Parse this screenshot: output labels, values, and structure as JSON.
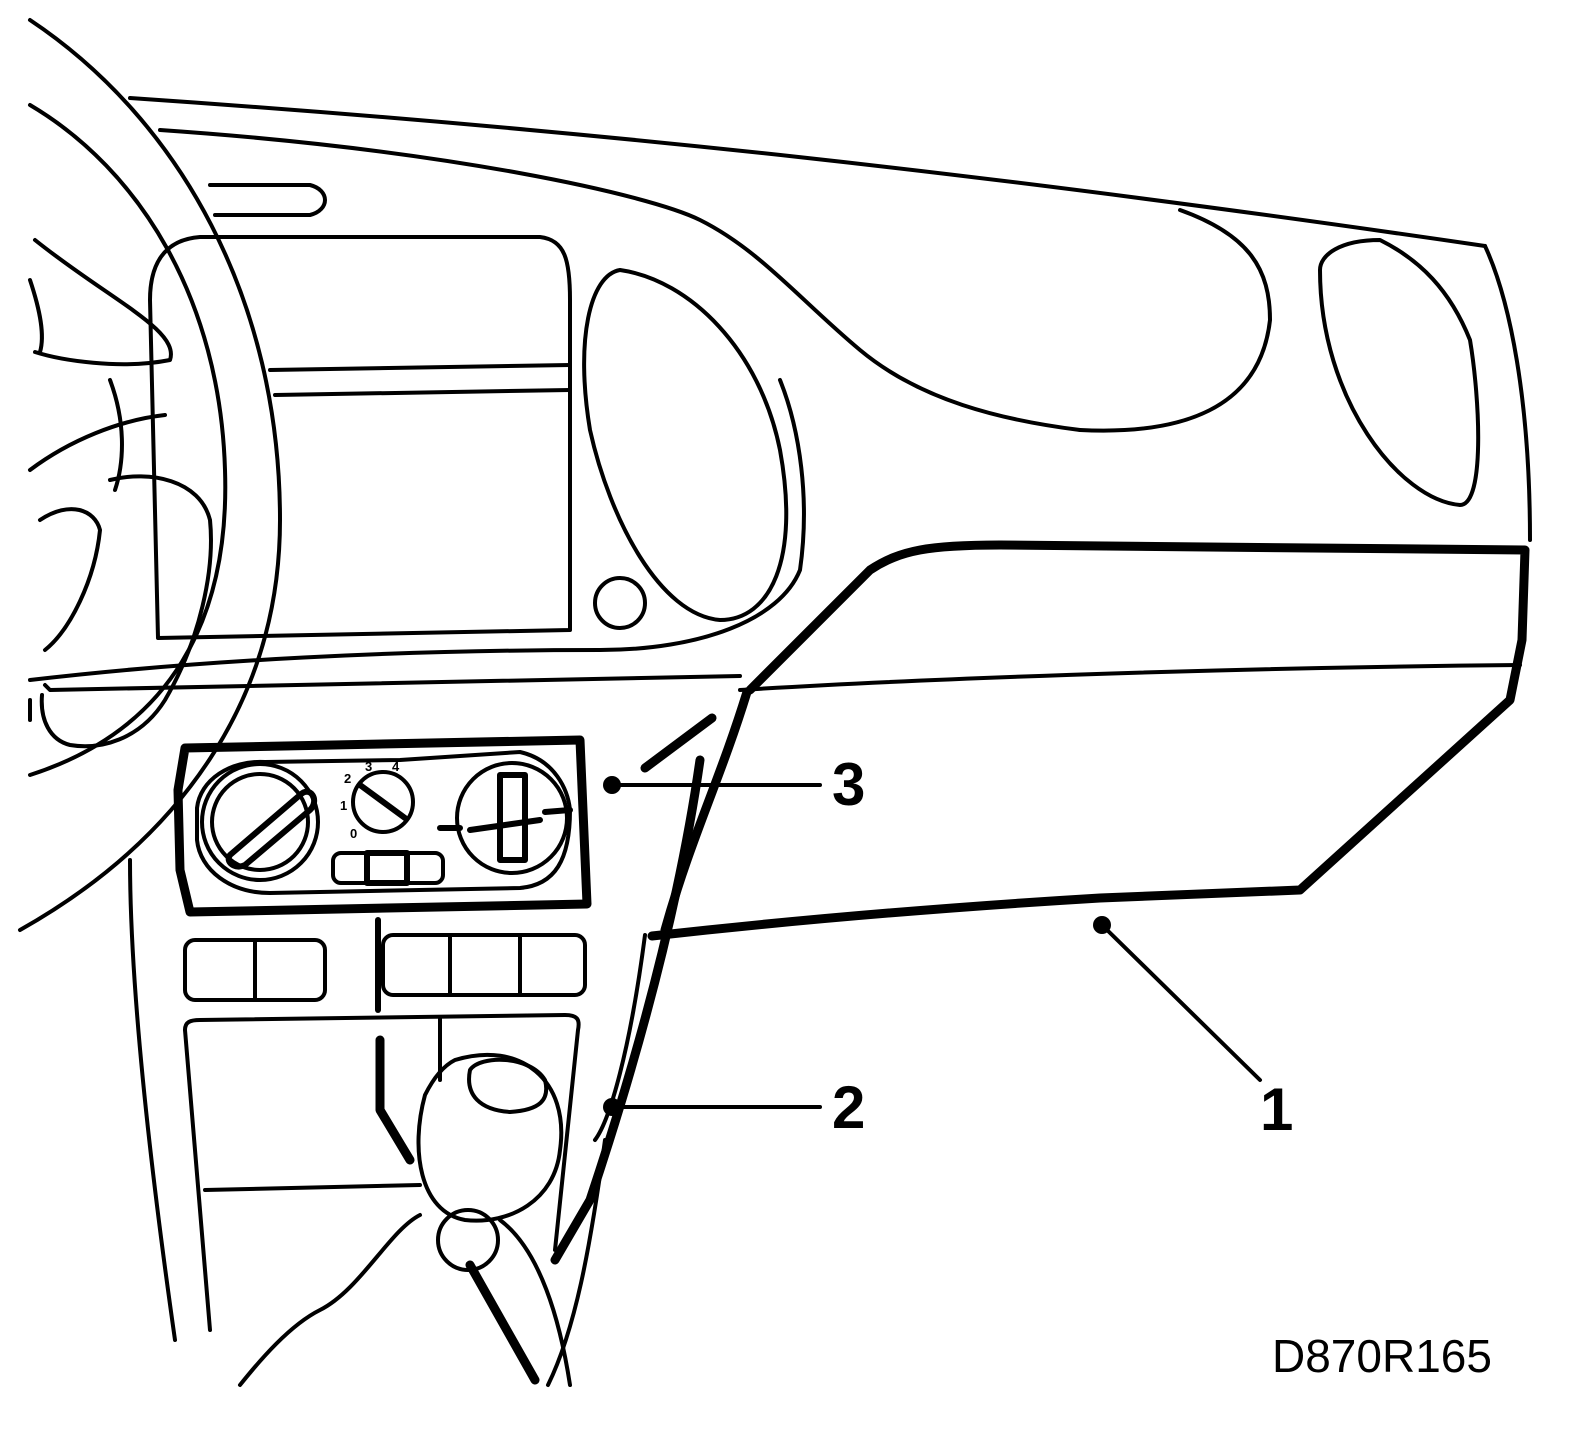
{
  "callouts": [
    {
      "label": "1"
    },
    {
      "label": "2"
    },
    {
      "label": "3"
    }
  ],
  "fan_scale": [
    "0",
    "1",
    "2",
    "3",
    "4"
  ],
  "figure_code": "D870R165",
  "colors": {
    "line": "#000000",
    "background": "#ffffff"
  }
}
